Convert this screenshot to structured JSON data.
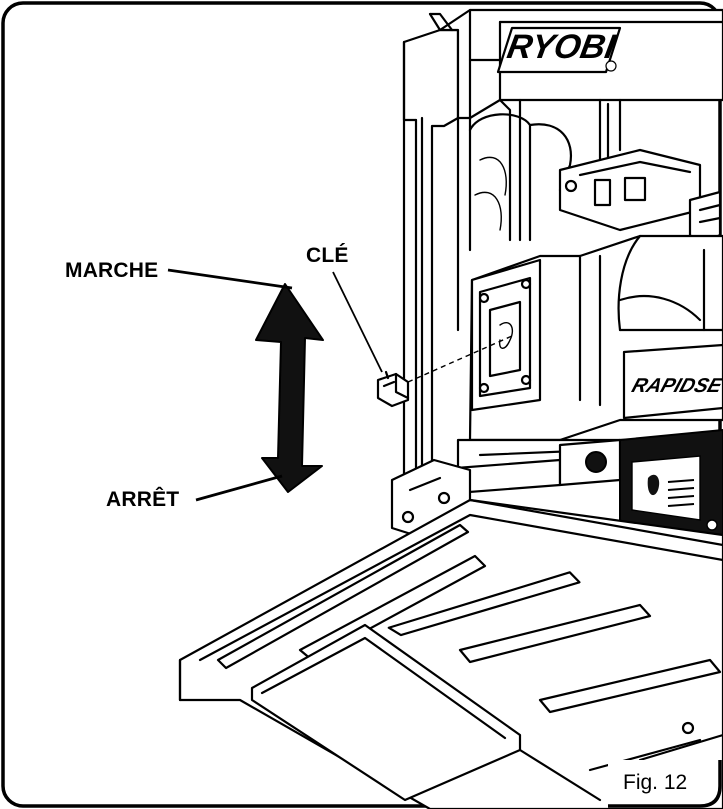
{
  "labels": {
    "switch_on": "MARCHE",
    "switch_off": "ARRÊT",
    "key": "CLÉ"
  },
  "figure_label": "Fig. 12",
  "brand_logo": "RYOBI",
  "product_mark": "RAPIDSE",
  "colors": {
    "ink": "#000000",
    "paper": "#ffffff"
  },
  "icons": {
    "direction_arrow": "double-headed-vertical-arrow"
  }
}
